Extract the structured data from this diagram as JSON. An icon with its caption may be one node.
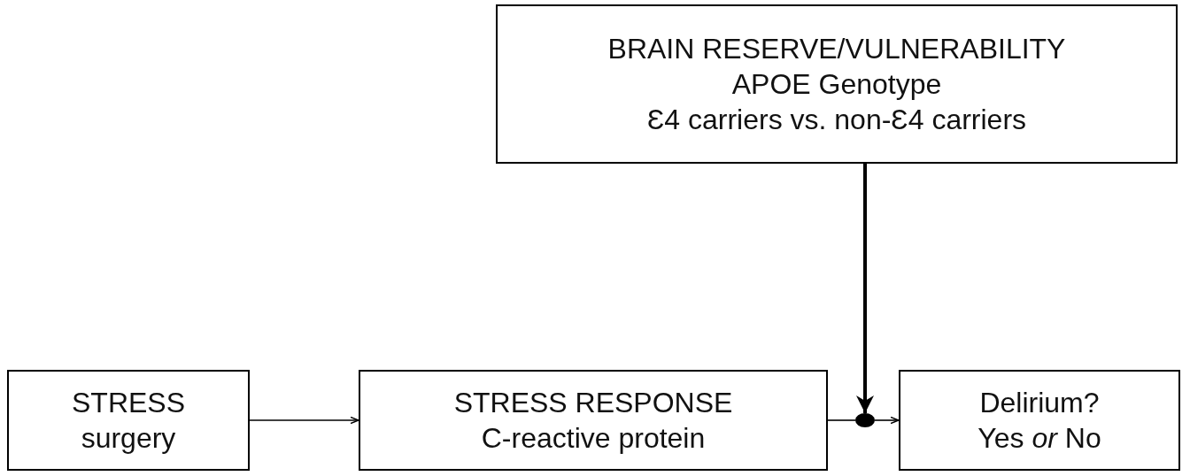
{
  "diagram": {
    "nodes": [
      {
        "text": [
          "BRAIN RESERVE/VULNERABILITY",
          "APOE Genotype",
          "Ɛ4 carriers vs. non-Ɛ4 carriers"
        ]
      },
      {
        "text": [
          "STRESS",
          "surgery"
        ]
      },
      {
        "text": [
          "STRESS RESPONSE",
          "C-reactive protein"
        ]
      },
      {
        "text": [],
        "shape": "circle"
      },
      {
        "text": [
          "Delirium?",
          "Yes *or* No"
        ]
      }
    ],
    "edges": [
      {
        "from": 1,
        "to": 2,
        "arrow": "to"
      },
      {
        "from": 2,
        "to": 3,
        "arrow": "none"
      },
      {
        "from": 3,
        "to": 4,
        "arrow": "to"
      },
      {
        "from": 0,
        "to": 3,
        "arrow": "to",
        "style": "thick"
      }
    ]
  }
}
